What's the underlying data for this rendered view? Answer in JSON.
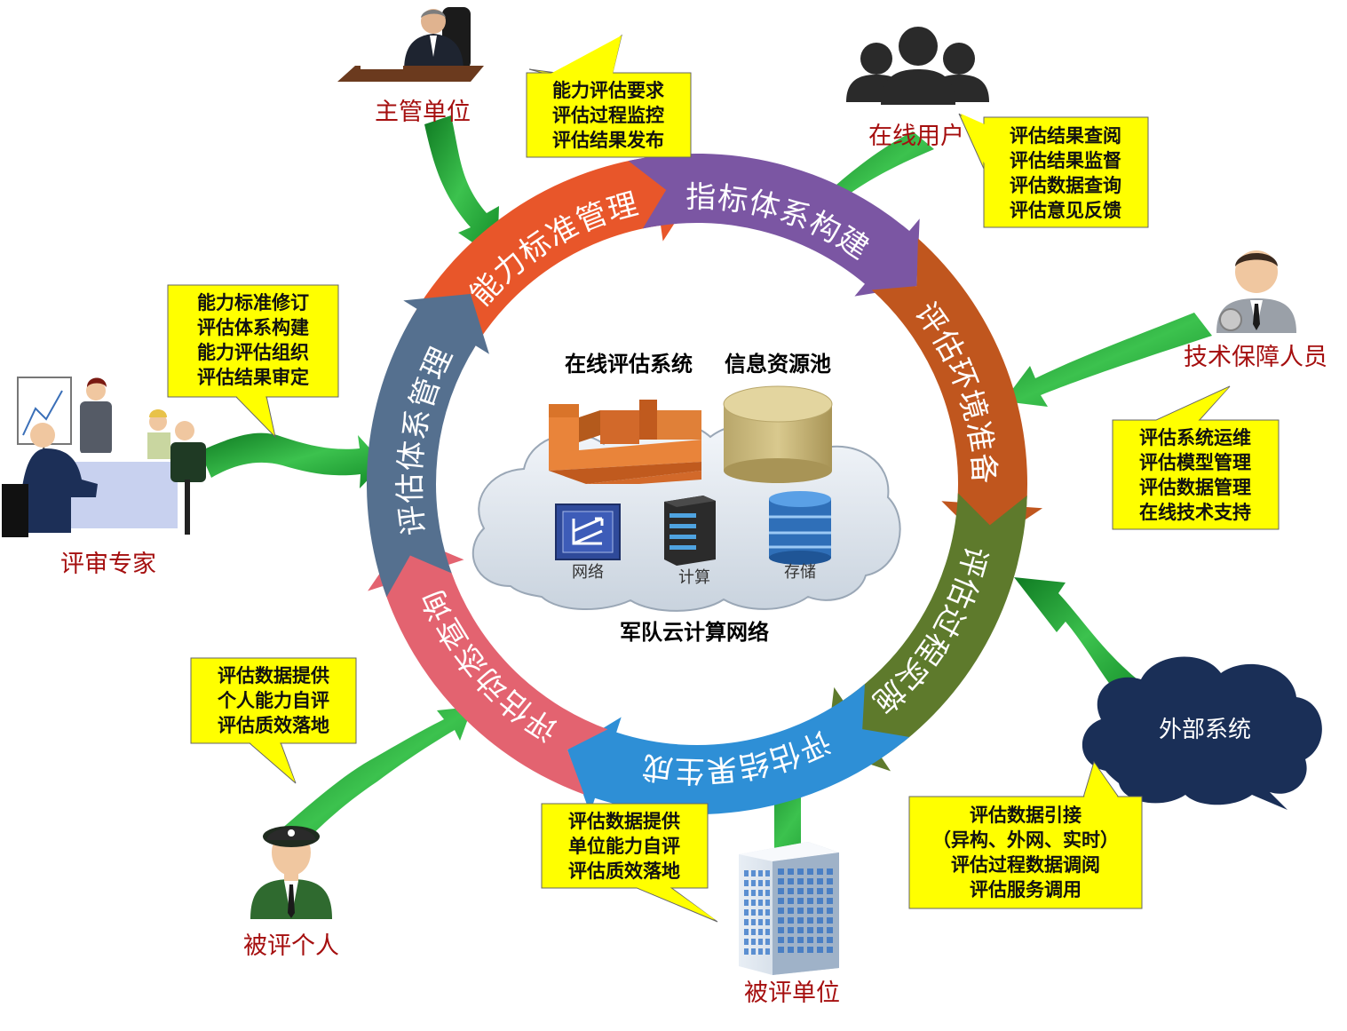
{
  "roles": {
    "authority": "主管单位",
    "online_users": "在线用户",
    "tech_support": "技术保障人员",
    "experts": "评审专家",
    "individual": "被评个人",
    "unit": "被评单位",
    "external": "外部系统"
  },
  "notes": {
    "authority": [
      "能力评估要求",
      "评估过程监控",
      "评估结果发布"
    ],
    "online_users": [
      "评估结果查阅",
      "评估结果监督",
      "评估数据查询",
      "评估意见反馈"
    ],
    "tech_support": [
      "评估系统运维",
      "评估模型管理",
      "评估数据管理",
      "在线技术支持"
    ],
    "experts": [
      "能力标准修订",
      "评估体系构建",
      "能力评估组织",
      "评估结果审定"
    ],
    "individual": [
      "评估数据提供",
      "个人能力自评",
      "评估质效落地"
    ],
    "unit": [
      "评估数据提供",
      "单位能力自评",
      "评估质效落地"
    ],
    "external": [
      "评估数据引接",
      "（异构、外网、实时）",
      "评估过程数据调阅",
      "评估服务调用"
    ]
  },
  "ring": [
    {
      "label": "能力标准管理",
      "color": "#e8562a"
    },
    {
      "label": "指标体系构建",
      "color": "#7b56a3"
    },
    {
      "label": "评估环境准备",
      "color": "#c0561e"
    },
    {
      "label": "评估过程实施",
      "color": "#5e7a2c"
    },
    {
      "label": "评估结果生成",
      "color": "#2e8fd6"
    },
    {
      "label": "评估动态查询",
      "color": "#e36370"
    },
    {
      "label": "评估体系管理",
      "color": "#55708f"
    }
  ],
  "center": {
    "system_title": "在线评估系统",
    "pool_title": "信息资源池",
    "network_label": "网络",
    "compute_label": "计算",
    "storage_label": "存储",
    "cloud_title": "军队云计算网络"
  },
  "colors": {
    "note_fill": "#ffff00",
    "arrow_green": "#22a83a",
    "role_text": "#a50f0f",
    "external_cloud": "#1a2f57"
  }
}
